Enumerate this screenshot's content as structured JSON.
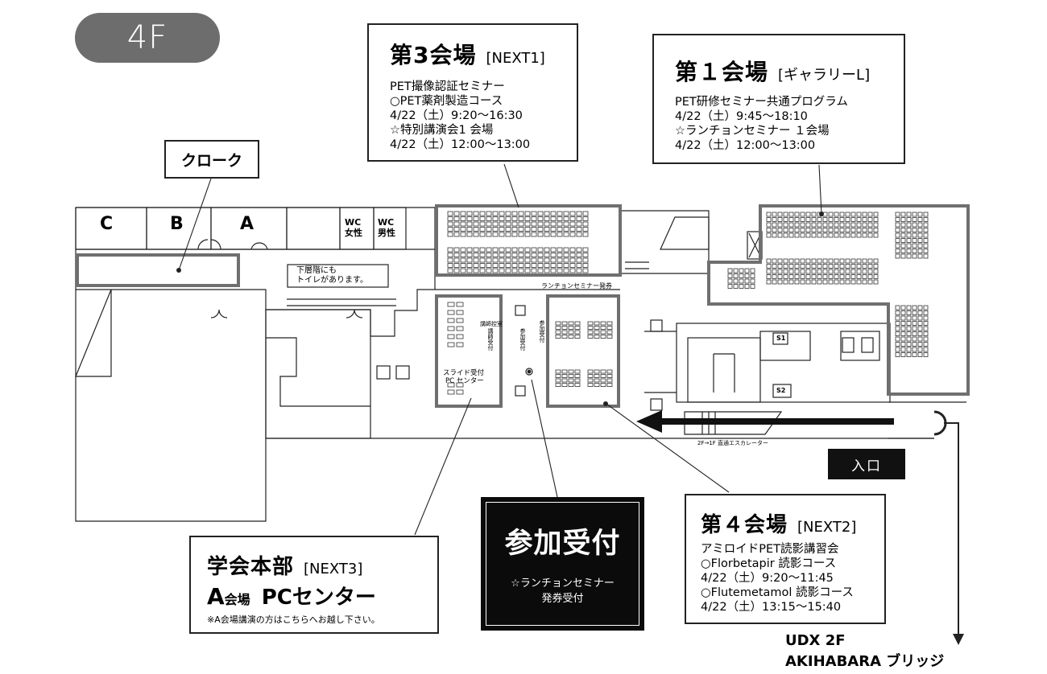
{
  "floor_label": "4F",
  "rooms": {
    "c": "C",
    "b": "B",
    "a": "A",
    "wc_female": [
      "WC",
      "女性"
    ],
    "wc_male": [
      "WC",
      "男性"
    ]
  },
  "cloakroom": "クローク",
  "toilet_note": [
    "下層階にも",
    "トイレがあります。"
  ],
  "lunch_ticket_counter": "ランチョンセミナー発券",
  "escalator_label": "2F→1F 直通エスカレーター",
  "entrance": "入口",
  "small_labels": {
    "speaker_reception": "講師受付",
    "seminar_contact": "講師控室",
    "reception_left": "参加受付",
    "reception_right": "参加受付",
    "slide_reception": "スライド受付",
    "pc_center": "PC センター",
    "s1": "S1",
    "s2": "S2"
  },
  "venue3": {
    "title": "第3会場",
    "sub": "[NEXT1]",
    "lines": [
      "PET撮像認証セミナー",
      "○PET薬剤製造コース",
      "4/22（土）9:20〜16:30",
      "☆特別講演会1 会場",
      "4/22（土）12:00〜13:00"
    ]
  },
  "venue1": {
    "title": "第１会場",
    "sub": "[ギャラリーL]",
    "lines": [
      "PET研修セミナー共通プログラム",
      "4/22（土）9:45〜18:10",
      "☆ランチョンセミナー １会場",
      "4/22（土）12:00〜13:00"
    ]
  },
  "venue4": {
    "title": "第４会場",
    "sub": "[NEXT2]",
    "lines": [
      "アミロイドPET読影講習会",
      "○Florbetapir 読影コース",
      "4/22（土）9:20〜11:45",
      "○Flutemetamol 読影コース",
      "4/22（土）13:15〜15:40"
    ]
  },
  "hq": {
    "title": "学会本部",
    "sub": "[NEXT3]",
    "line2_a": "A",
    "line2_b": "会場",
    "line2_c": "PCセンター",
    "note": "※A会場講演の方はこちらへお越し下さい。"
  },
  "reception": {
    "title": "参加受付",
    "lines": [
      "☆ランチョンセミナー",
      "発券受付"
    ]
  },
  "udx": {
    "line1": "UDX 2F",
    "line2": "AKIHABARA ブリッジ"
  },
  "colors": {
    "venue_outline": "#6f6f6f",
    "badge": "#6d6d6d",
    "reception_bg": "#0b0b0b",
    "ink": "#222222"
  }
}
